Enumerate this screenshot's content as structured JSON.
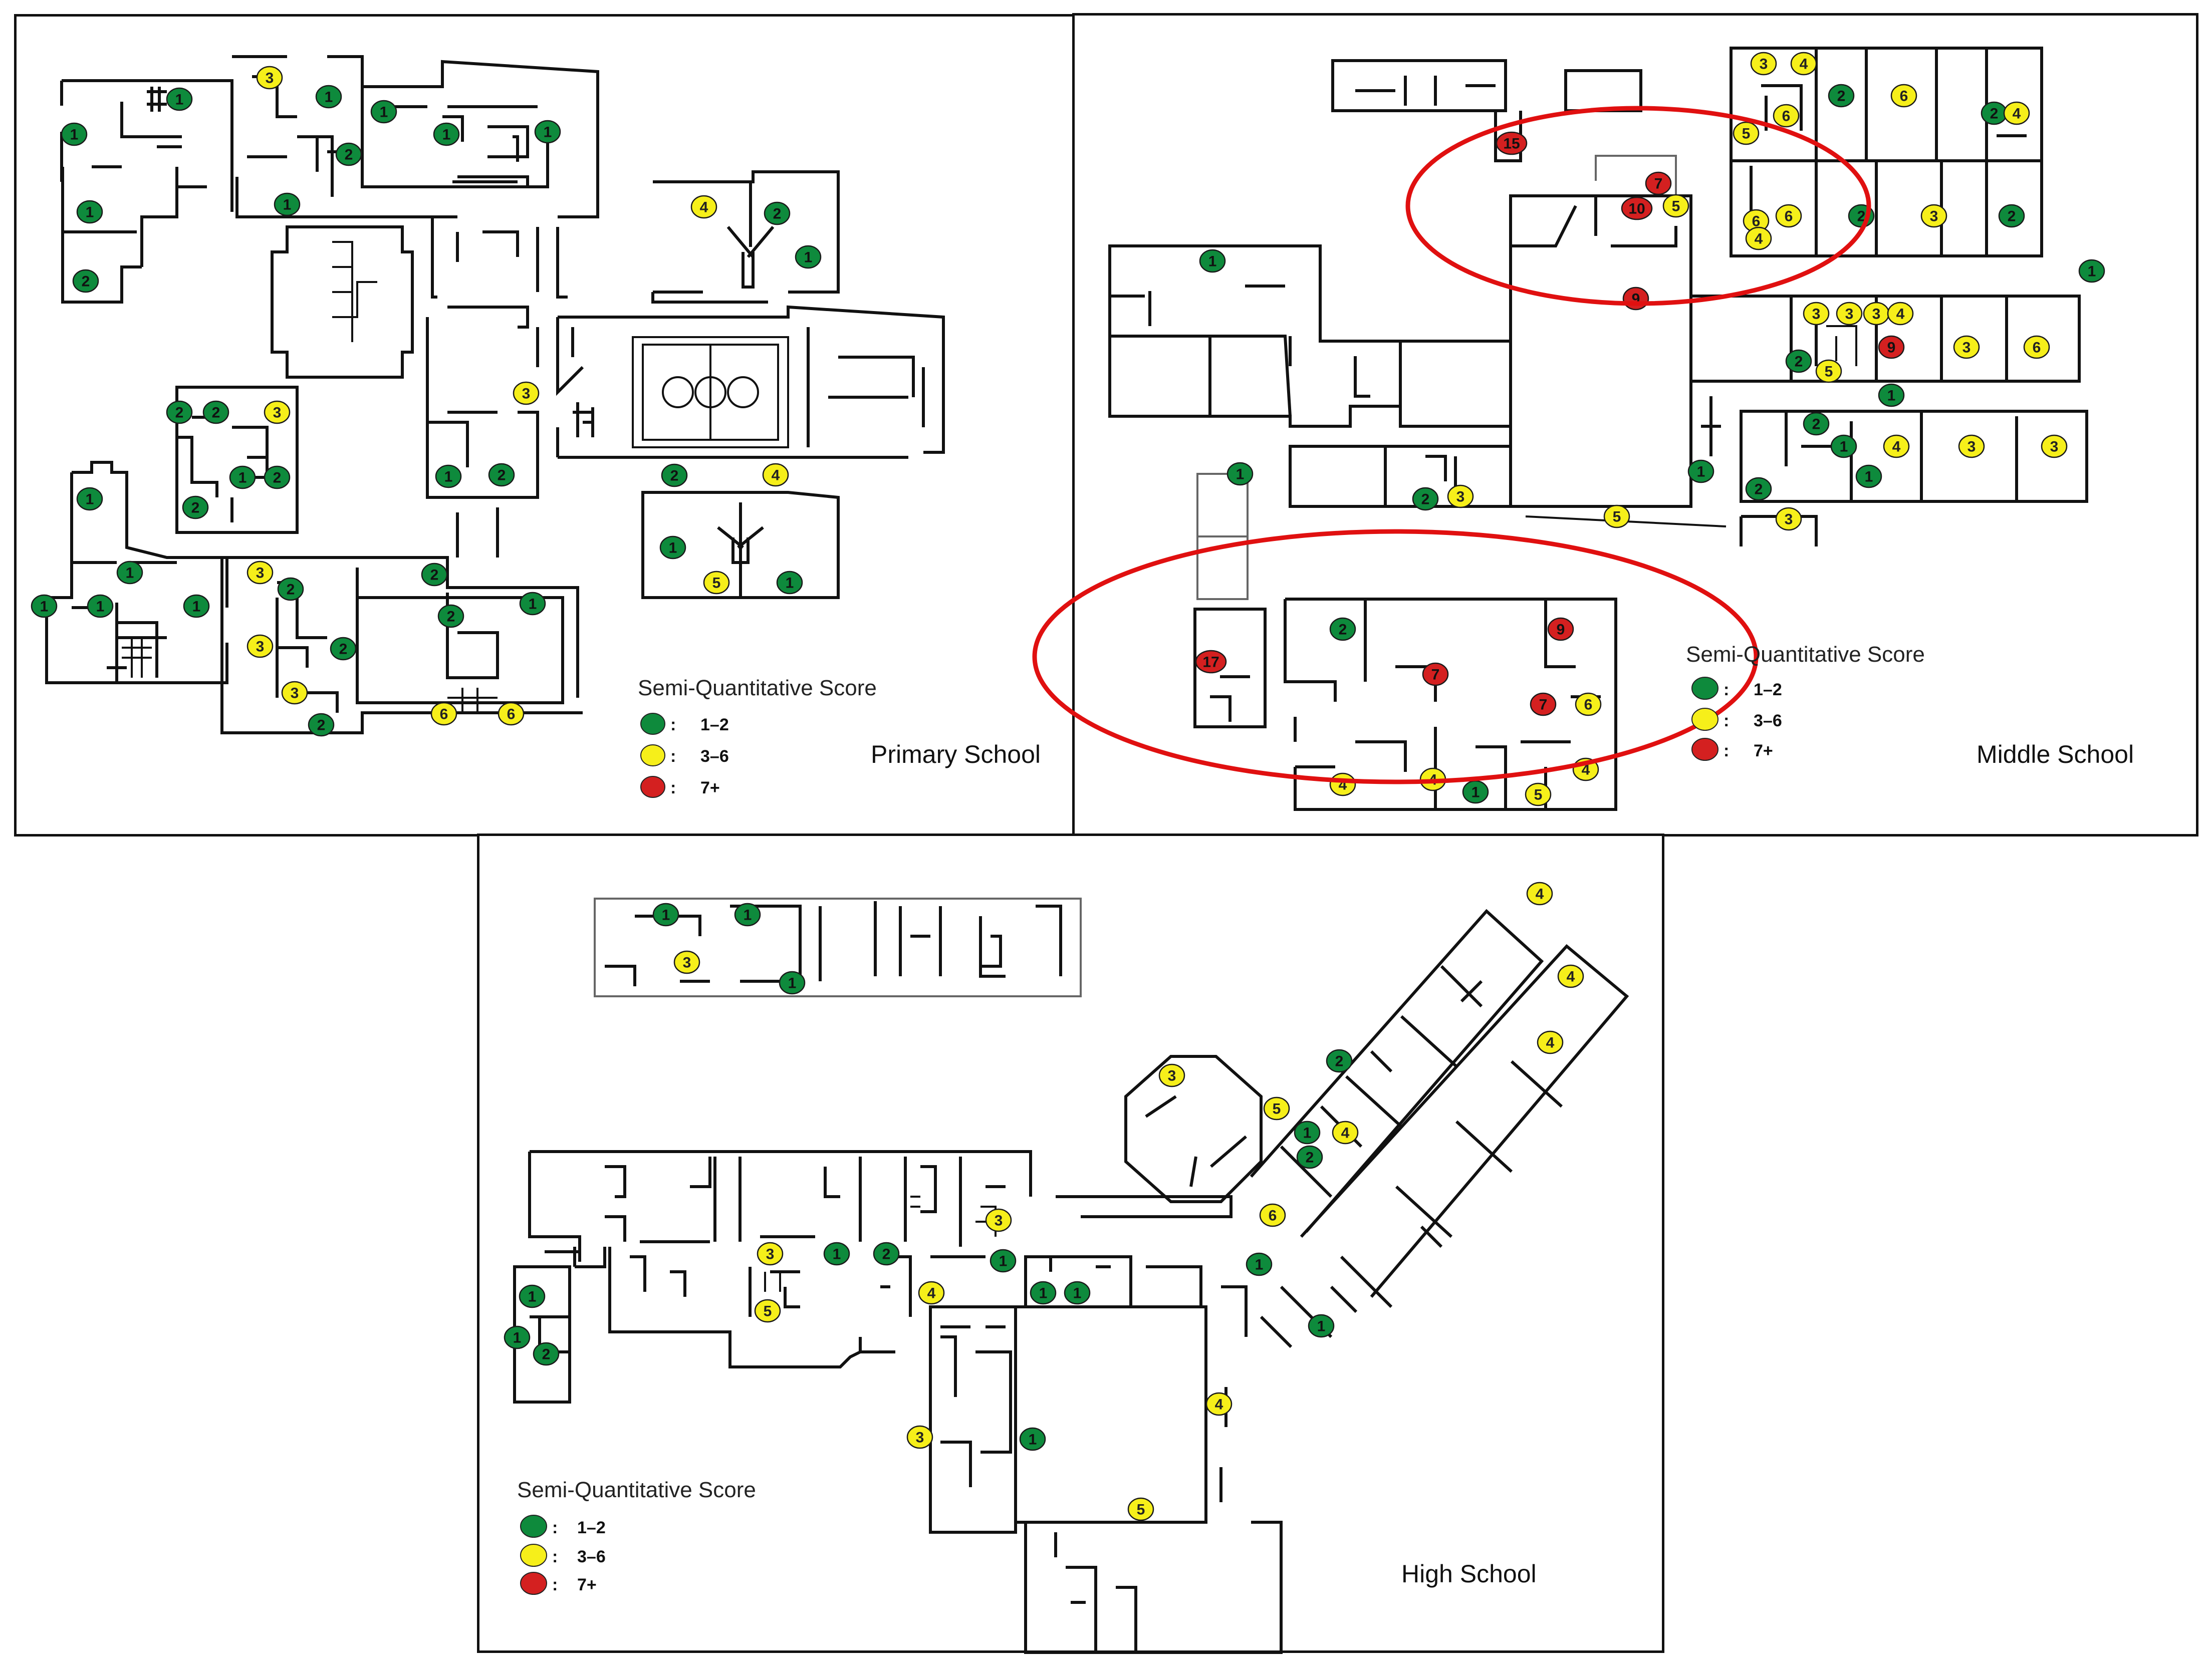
{
  "colors": {
    "green": "#0e8a3c",
    "yellow": "#f6ef1a",
    "red": "#d42020",
    "highlight": "#e01010"
  },
  "legend": {
    "title": "Semi-Quantitative Score",
    "items": [
      {
        "key": "green",
        "label": "1–2"
      },
      {
        "key": "yellow",
        "label": "3–6"
      },
      {
        "key": "red",
        "label": "7+"
      }
    ]
  },
  "schools": [
    {
      "id": "primary",
      "name": "Primary School",
      "scores": [
        {
          "v": 3,
          "c": "yellow"
        },
        {
          "v": 1,
          "c": "green"
        },
        {
          "v": 1,
          "c": "green"
        },
        {
          "v": 1,
          "c": "green"
        },
        {
          "v": 1,
          "c": "green"
        },
        {
          "v": 1,
          "c": "green"
        },
        {
          "v": 1,
          "c": "green"
        },
        {
          "v": 2,
          "c": "green"
        },
        {
          "v": 1,
          "c": "green"
        },
        {
          "v": 2,
          "c": "green"
        },
        {
          "v": 1,
          "c": "green"
        },
        {
          "v": 4,
          "c": "yellow"
        },
        {
          "v": 2,
          "c": "green"
        },
        {
          "v": 1,
          "c": "green"
        },
        {
          "v": 2,
          "c": "green"
        },
        {
          "v": 2,
          "c": "green"
        },
        {
          "v": 3,
          "c": "yellow"
        },
        {
          "v": 1,
          "c": "green"
        },
        {
          "v": 2,
          "c": "green"
        },
        {
          "v": 2,
          "c": "green"
        },
        {
          "v": 3,
          "c": "yellow"
        },
        {
          "v": 1,
          "c": "green"
        },
        {
          "v": 2,
          "c": "green"
        },
        {
          "v": 2,
          "c": "green"
        },
        {
          "v": 4,
          "c": "yellow"
        },
        {
          "v": 1,
          "c": "green"
        },
        {
          "v": 1,
          "c": "green"
        },
        {
          "v": 5,
          "c": "yellow"
        },
        {
          "v": 1,
          "c": "green"
        },
        {
          "v": 1,
          "c": "green"
        },
        {
          "v": 1,
          "c": "green"
        },
        {
          "v": 1,
          "c": "green"
        },
        {
          "v": 1,
          "c": "green"
        },
        {
          "v": 3,
          "c": "yellow"
        },
        {
          "v": 2,
          "c": "green"
        },
        {
          "v": 2,
          "c": "green"
        },
        {
          "v": 1,
          "c": "green"
        },
        {
          "v": 2,
          "c": "green"
        },
        {
          "v": 3,
          "c": "yellow"
        },
        {
          "v": 2,
          "c": "green"
        },
        {
          "v": 3,
          "c": "yellow"
        },
        {
          "v": 2,
          "c": "green"
        },
        {
          "v": 6,
          "c": "yellow"
        },
        {
          "v": 6,
          "c": "yellow"
        }
      ]
    },
    {
      "id": "middle",
      "name": "Middle School",
      "scores": [
        {
          "v": 15,
          "c": "red"
        },
        {
          "v": 7,
          "c": "red"
        },
        {
          "v": 10,
          "c": "red"
        },
        {
          "v": 5,
          "c": "yellow"
        },
        {
          "v": 9,
          "c": "red"
        },
        {
          "v": 3,
          "c": "yellow"
        },
        {
          "v": 4,
          "c": "yellow"
        },
        {
          "v": 6,
          "c": "yellow"
        },
        {
          "v": 5,
          "c": "yellow"
        },
        {
          "v": 2,
          "c": "green"
        },
        {
          "v": 6,
          "c": "yellow"
        },
        {
          "v": 2,
          "c": "green"
        },
        {
          "v": 4,
          "c": "yellow"
        },
        {
          "v": 6,
          "c": "yellow"
        },
        {
          "v": 6,
          "c": "yellow"
        },
        {
          "v": 4,
          "c": "yellow"
        },
        {
          "v": 2,
          "c": "green"
        },
        {
          "v": 3,
          "c": "yellow"
        },
        {
          "v": 2,
          "c": "green"
        },
        {
          "v": 1,
          "c": "green"
        },
        {
          "v": 3,
          "c": "yellow"
        },
        {
          "v": 3,
          "c": "yellow"
        },
        {
          "v": 3,
          "c": "yellow"
        },
        {
          "v": 4,
          "c": "yellow"
        },
        {
          "v": 2,
          "c": "green"
        },
        {
          "v": 5,
          "c": "yellow"
        },
        {
          "v": 9,
          "c": "red"
        },
        {
          "v": 3,
          "c": "yellow"
        },
        {
          "v": 6,
          "c": "yellow"
        },
        {
          "v": 1,
          "c": "green"
        },
        {
          "v": 2,
          "c": "green"
        },
        {
          "v": 1,
          "c": "green"
        },
        {
          "v": 1,
          "c": "green"
        },
        {
          "v": 4,
          "c": "yellow"
        },
        {
          "v": 3,
          "c": "yellow"
        },
        {
          "v": 3,
          "c": "yellow"
        },
        {
          "v": 2,
          "c": "green"
        },
        {
          "v": 3,
          "c": "yellow"
        },
        {
          "v": 1,
          "c": "green"
        },
        {
          "v": 1,
          "c": "green"
        },
        {
          "v": 2,
          "c": "green"
        },
        {
          "v": 3,
          "c": "yellow"
        },
        {
          "v": 5,
          "c": "yellow"
        },
        {
          "v": 1,
          "c": "green"
        },
        {
          "v": 17,
          "c": "red"
        },
        {
          "v": 2,
          "c": "green"
        },
        {
          "v": 7,
          "c": "red"
        },
        {
          "v": 9,
          "c": "red"
        },
        {
          "v": 7,
          "c": "red"
        },
        {
          "v": 6,
          "c": "yellow"
        },
        {
          "v": 4,
          "c": "yellow"
        },
        {
          "v": 4,
          "c": "yellow"
        },
        {
          "v": 1,
          "c": "green"
        },
        {
          "v": 4,
          "c": "yellow"
        },
        {
          "v": 5,
          "c": "yellow"
        }
      ]
    },
    {
      "id": "high",
      "name": "High School",
      "scores": [
        {
          "v": 1,
          "c": "green"
        },
        {
          "v": 1,
          "c": "green"
        },
        {
          "v": 3,
          "c": "yellow"
        },
        {
          "v": 1,
          "c": "green"
        },
        {
          "v": 4,
          "c": "yellow"
        },
        {
          "v": 4,
          "c": "yellow"
        },
        {
          "v": 2,
          "c": "green"
        },
        {
          "v": 4,
          "c": "yellow"
        },
        {
          "v": 5,
          "c": "yellow"
        },
        {
          "v": 1,
          "c": "green"
        },
        {
          "v": 4,
          "c": "yellow"
        },
        {
          "v": 2,
          "c": "green"
        },
        {
          "v": 6,
          "c": "yellow"
        },
        {
          "v": 3,
          "c": "yellow"
        },
        {
          "v": 1,
          "c": "green"
        },
        {
          "v": 1,
          "c": "green"
        },
        {
          "v": 3,
          "c": "yellow"
        },
        {
          "v": 1,
          "c": "green"
        },
        {
          "v": 2,
          "c": "green"
        },
        {
          "v": 3,
          "c": "yellow"
        },
        {
          "v": 1,
          "c": "green"
        },
        {
          "v": 1,
          "c": "green"
        },
        {
          "v": 5,
          "c": "yellow"
        },
        {
          "v": 4,
          "c": "yellow"
        },
        {
          "v": 2,
          "c": "green"
        },
        {
          "v": 1,
          "c": "green"
        },
        {
          "v": 1,
          "c": "green"
        },
        {
          "v": 1,
          "c": "green"
        },
        {
          "v": 4,
          "c": "yellow"
        },
        {
          "v": 3,
          "c": "yellow"
        },
        {
          "v": 1,
          "c": "green"
        },
        {
          "v": 5,
          "c": "yellow"
        }
      ]
    }
  ]
}
